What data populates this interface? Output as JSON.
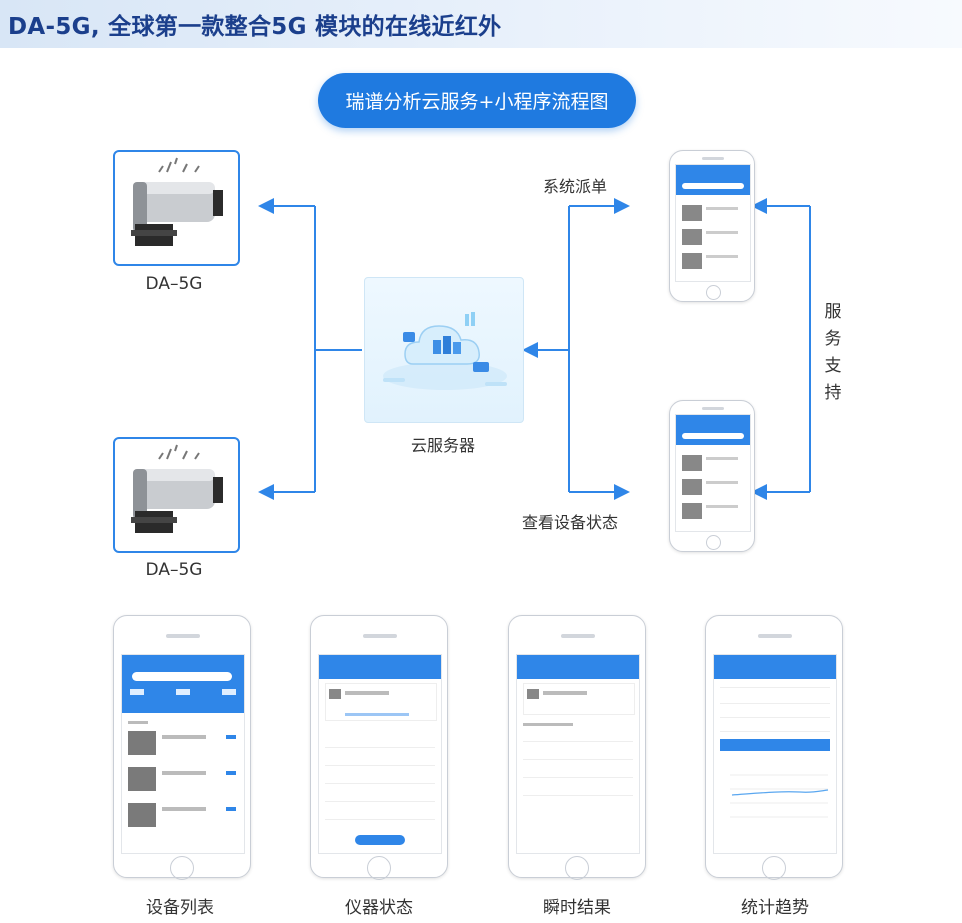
{
  "header": {
    "title": "DA-5G, 全球第一款整合5G 模块的在线近红外"
  },
  "diagram": {
    "pill_title": "瑞谱分析云服务+小程序流程图",
    "device_label": "DA–5G",
    "server_label": "云服务器",
    "dispatch_label": "系统派单",
    "status_label": "查看设备状态",
    "service_support": "服务支持"
  },
  "screens": [
    {
      "caption": "设备列表"
    },
    {
      "caption": "仪器状态"
    },
    {
      "caption": "瞬时结果"
    },
    {
      "caption": "统计趋势"
    }
  ],
  "colors": {
    "primary": "#2f86e8",
    "pill": "#1f7ae0",
    "header_text": "#1b3f8c"
  }
}
